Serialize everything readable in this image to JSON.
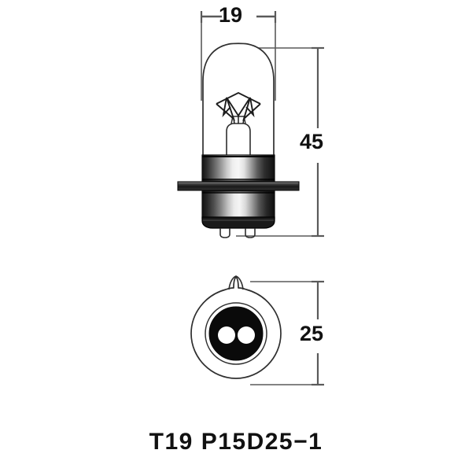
{
  "drawing": {
    "title_caption": "T19 P15D25−1",
    "subject": "automotive bulb technical drawing",
    "background_color": "#ffffff",
    "line_color": "#3a3a3a",
    "text_color": "#111111"
  },
  "dimensions": {
    "width": {
      "value": "19",
      "orientation": "horizontal",
      "applies_to": "glass envelope diameter"
    },
    "height": {
      "value": "45",
      "orientation": "vertical",
      "applies_to": "overall bulb height"
    },
    "base_diameter": {
      "value": "25",
      "orientation": "vertical",
      "applies_to": "base flange diameter"
    }
  },
  "views": {
    "front": {
      "name": "front-elevation",
      "parts": [
        "glass-envelope",
        "dual-filament",
        "glass-stem",
        "metal-base",
        "flange-ring",
        "contact-pins"
      ]
    },
    "bottom": {
      "name": "bottom-view",
      "parts": [
        "flange-circle",
        "locating-tab",
        "inner-ring",
        "contact-hole-left",
        "contact-hole-right"
      ]
    }
  }
}
